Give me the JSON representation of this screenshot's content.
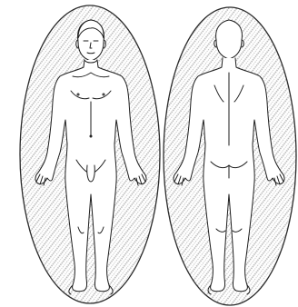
{
  "figure": {
    "views": [
      "front",
      "back"
    ],
    "colors": {
      "background": "#ffffff",
      "outline": "#1a1a1a",
      "hatch": "#a9a9a9",
      "ellipse_stroke": "#2a2a2a"
    },
    "pattern": "diagonal-hatch"
  }
}
